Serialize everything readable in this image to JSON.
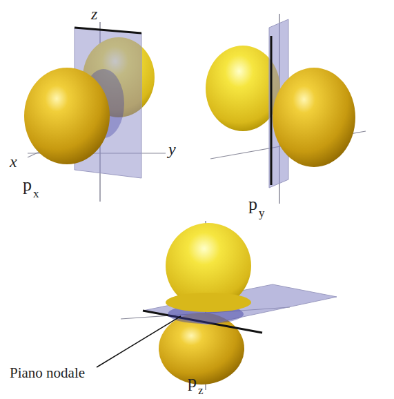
{
  "diagram": {
    "labels": [
      "z",
      "x",
      "y",
      "p",
      "x",
      "p",
      "y",
      "p",
      "z",
      "Piano nodale"
    ]
  }
}
